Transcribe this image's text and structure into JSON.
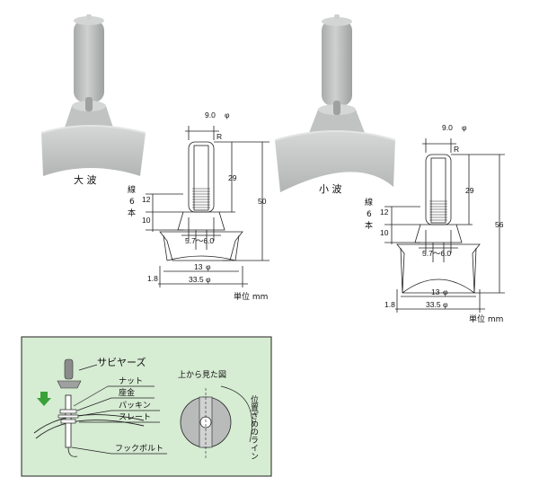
{
  "large": {
    "caption": "大 波",
    "dims": {
      "top_dia": "9.0",
      "r": "R",
      "h29": "29",
      "h50": "50",
      "h12": "12",
      "h10": "10",
      "slot": "5.7～6.0",
      "d13": "13",
      "d335": "33.5",
      "w18": "1.8"
    },
    "side_label_1": "線",
    "side_label_2": "6",
    "side_label_3": "本",
    "unit": "単位 mm"
  },
  "small": {
    "caption": "小 波",
    "dims": {
      "top_dia": "9.0",
      "r": "R",
      "h29": "29",
      "h56": "56",
      "h12": "12",
      "h10": "10",
      "slot": "5.7～6.0",
      "d13": "13",
      "d335": "33.5",
      "w18": "1.8"
    },
    "side_label_1": "線",
    "side_label_2": "6",
    "side_label_3": "本",
    "unit": "単位 mm"
  },
  "phi": "φ",
  "install": {
    "title": "サビヤーズ",
    "nut": "ナット",
    "washer": "座金",
    "packing": "パッキン",
    "slate": "スレート",
    "bolt": "フックボルト",
    "top_view": "上から見た図",
    "line_label": "位置ぎめのライン"
  },
  "colors": {
    "product_gray": "#c6c8c8",
    "panel_bg": "#d6ecd3",
    "arrow_green": "#3aa13a"
  }
}
